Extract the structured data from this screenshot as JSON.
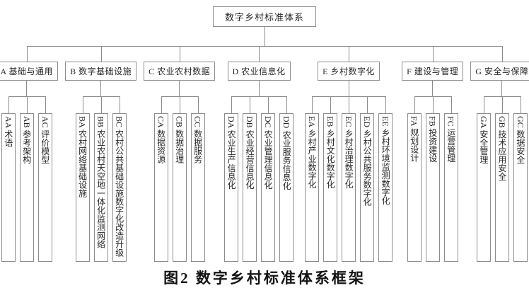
{
  "figure": {
    "root_label": "数字乡村标准体系",
    "caption": "图2 数字乡村标准体系框架",
    "line_color": "#8c8c8c",
    "groups": [
      {
        "label": "A 基础与通用",
        "leaves": [
          "AA 术语",
          "AB 参考架构",
          "AC 评价模型"
        ]
      },
      {
        "label": "B 数字基础设施",
        "leaves": [
          "BA 农村网络基础设施",
          "BB 农业农村天空地一体化监测网络",
          "BC 农村公共基础设施数字化改造升级"
        ]
      },
      {
        "label": "C 农业农村数据",
        "leaves": [
          "CA 数据资源",
          "CB 数据治理",
          "CC 数据服务"
        ]
      },
      {
        "label": "D 农业信息化",
        "leaves": [
          "DA 农业生产信息化",
          "DB 农业经营信息化",
          "DC 农业管理信息化",
          "DD 农业服务信息化"
        ]
      },
      {
        "label": "E 乡村数字化",
        "leaves": [
          "EA 乡村产业数字化",
          "EB 乡村文化数字化",
          "EC 乡村治理数字化",
          "ED 乡村公共服务数字化",
          "EE 乡村环境监测数字化"
        ]
      },
      {
        "label": "F 建设与管理",
        "leaves": [
          "FA 规划设计",
          "FB 投资建设",
          "FC 运营管理"
        ]
      },
      {
        "label": "G 安全与保障",
        "leaves": [
          "GA 安全管理",
          "GB 技术应用安全",
          "GC 数据安全"
        ]
      }
    ]
  }
}
